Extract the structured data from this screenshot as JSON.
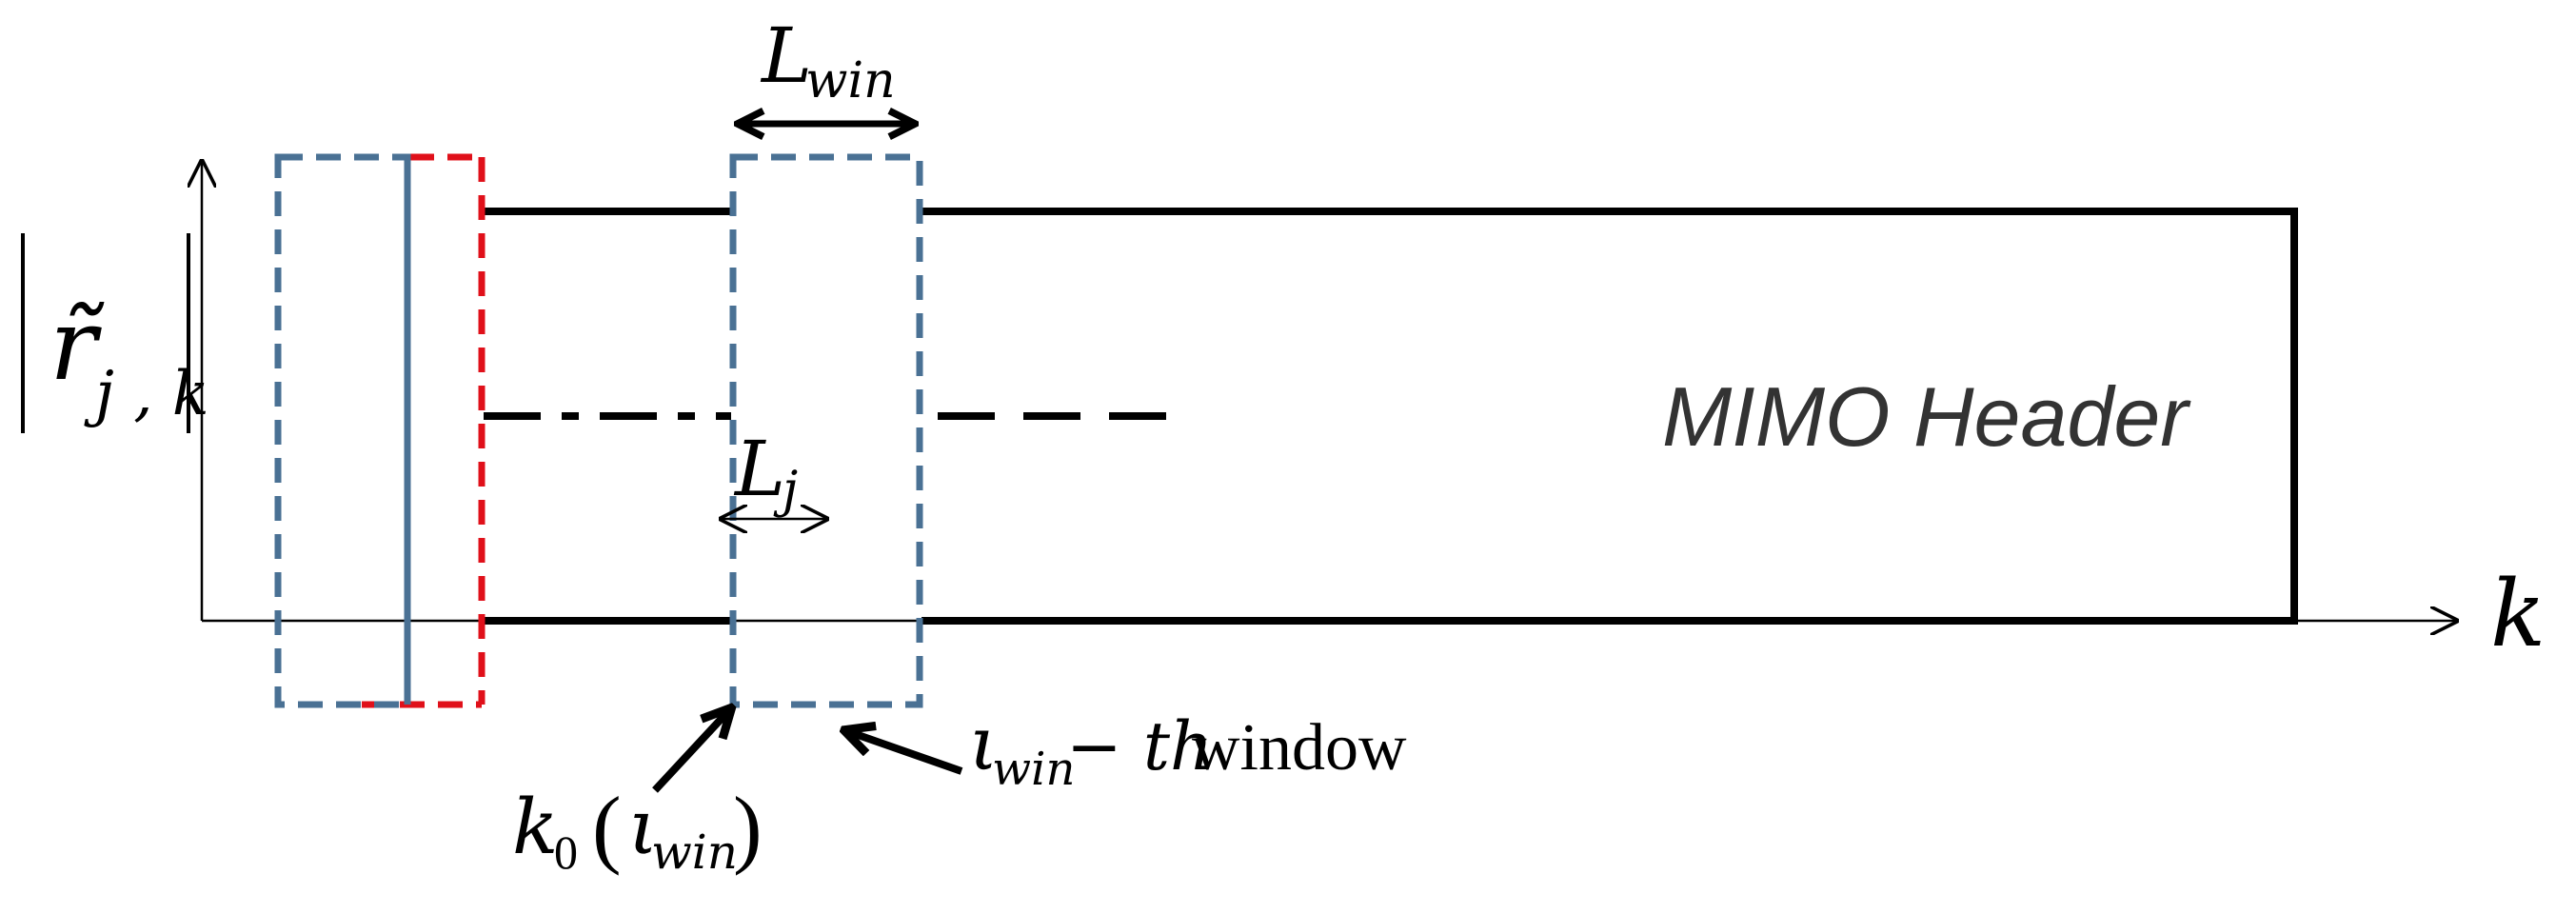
{
  "diagram": {
    "axis": {
      "y_label": "r̃",
      "y_subscript": "j , k",
      "x_label": "k"
    },
    "window_length": {
      "symbol": "L",
      "subscript": "win"
    },
    "offset_length": {
      "symbol": "L",
      "subscript": "j"
    },
    "region_label": "MIMO Header",
    "window_caption": {
      "symbol": "ι",
      "subscript": "win",
      "suffix_math": "− th",
      "suffix_word": " window"
    },
    "start_index": {
      "symbol": "k",
      "subscript": "0",
      "open_paren": "(",
      "arg_symbol": "ι",
      "arg_subscript": "win",
      "close_paren": ")"
    },
    "colors": {
      "window_blue": "#4a7194",
      "window_red": "#e0101a",
      "line_black": "#000000"
    }
  }
}
